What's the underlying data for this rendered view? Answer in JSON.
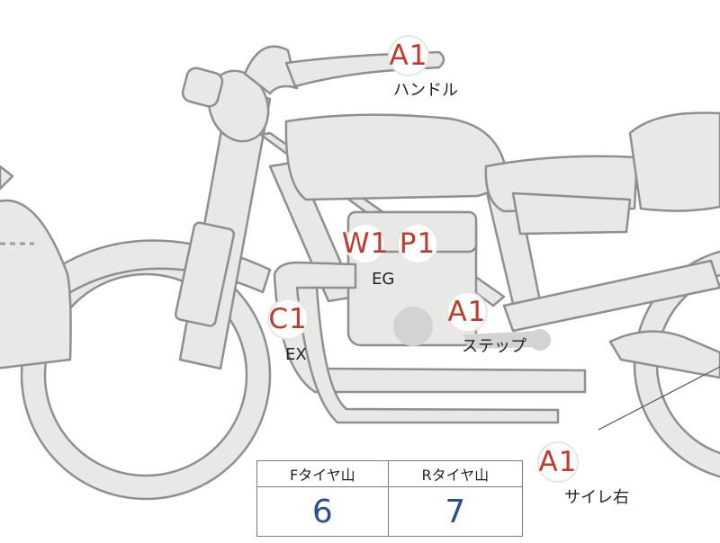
{
  "colors": {
    "marker_text": "#c0392b",
    "tire_value": "#2c4f8f",
    "bike_fill": "#e8e8e6",
    "bike_stroke": "#8f8f8d"
  },
  "markers": [
    {
      "id": "handle",
      "code": "A1",
      "label": "ハンドル"
    },
    {
      "id": "engine-w",
      "code": "W1",
      "label": "EG"
    },
    {
      "id": "engine-p",
      "code": "P1",
      "label": ""
    },
    {
      "id": "exhaust",
      "code": "C1",
      "label": "EX"
    },
    {
      "id": "step",
      "code": "A1",
      "label": "ステップ"
    },
    {
      "id": "right-muffler",
      "code": "A1",
      "label": "サイレ右"
    }
  ],
  "tire_table": {
    "headers": [
      "Fタイヤ山",
      "Rタイヤ山"
    ],
    "values": [
      "6",
      "7"
    ]
  }
}
